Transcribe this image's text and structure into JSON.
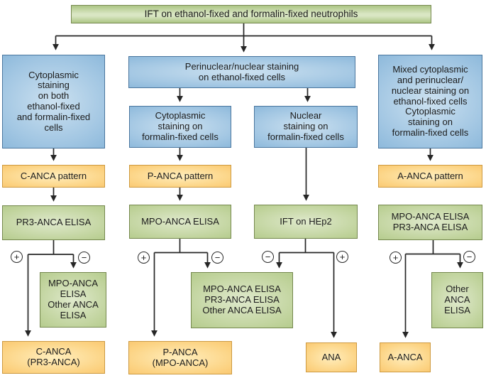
{
  "nodes": {
    "root": "IFT on ethanol-fixed and formalin-fixed neutrophils",
    "cytoplasmic_both": "Cytoplasmic\nstaining\non both\nethanol-fixed\nand formalin-fixed\ncells",
    "perinuclear_ethanol": "Perinuclear/nuclear staining\non ethanol-fixed cells",
    "mixed_staining": "Mixed cytoplasmic\nand perinuclear/\nnuclear staining on\nethanol-fixed cells\nCytoplasmic\nstaining on\nformalin-fixed cells",
    "cytoplasmic_formalin": "Cytoplasmic\nstaining on\nformalin-fixed cells",
    "nuclear_formalin": "Nuclear\nstaining on\nformalin-fixed cells",
    "c_anca_pattern": "C-ANCA pattern",
    "p_anca_pattern": "P-ANCA pattern",
    "a_anca_pattern": "A-ANCA pattern",
    "pr3_elisa": "PR3-ANCA ELISA",
    "mpo_elisa": "MPO-ANCA ELISA",
    "ift_hep2": "IFT on HEp2",
    "mpo_pr3_elisa": "MPO-ANCA ELISA\nPR3-ANCA ELISA",
    "mpo_other_elisa": "MPO-ANCA\nELISA\nOther ANCA\nELISA",
    "mpo_pr3_other_elisa": "MPO-ANCA ELISA\nPR3-ANCA ELISA\nOther ANCA ELISA",
    "other_elisa": "Other\nANCA\nELISA",
    "c_anca_result": "C-ANCA\n(PR3-ANCA)",
    "p_anca_result": "P-ANCA\n(MPO-ANCA)",
    "ana_result": "ANA",
    "a_anca_result": "A-ANCA"
  },
  "badges": {
    "plus": "+",
    "minus": "−"
  },
  "colors": {
    "blue_fill": "#7fb0d6",
    "blue_border": "#4a769e",
    "green_fill": "#a9c47e",
    "green_border": "#75884e",
    "orange_fill": "#f8bf63",
    "orange_border": "#cd9a41",
    "line": "#262626",
    "text": "#1c1c1c",
    "background": "#ffffff"
  }
}
